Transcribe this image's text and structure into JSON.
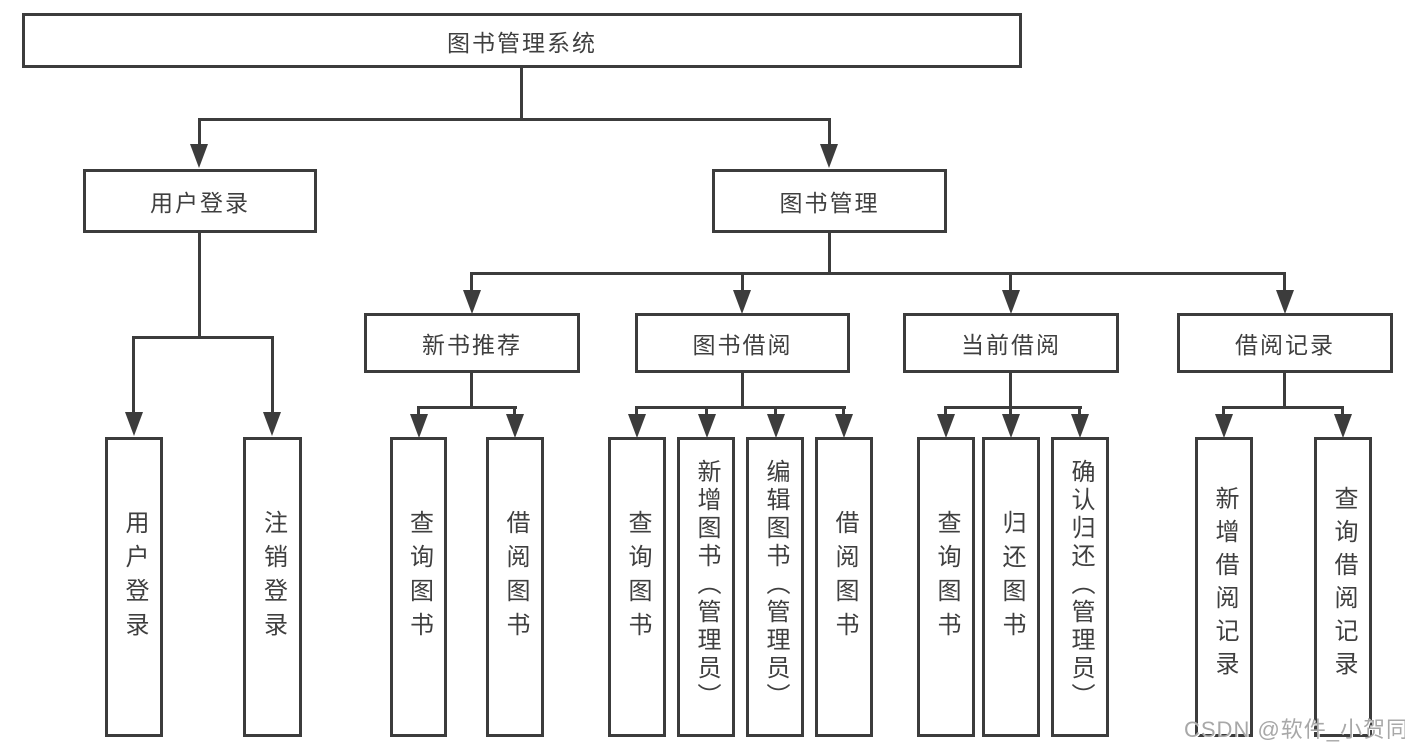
{
  "diagram_type": "hierarchy-tree",
  "tree": {
    "root": {
      "label": "图书管理系统"
    },
    "branches": [
      {
        "label": "用户登录",
        "children": [
          {
            "label": "用户登录"
          },
          {
            "label": "注销登录"
          }
        ]
      },
      {
        "label": "图书管理",
        "children": [
          {
            "label": "新书推荐",
            "children": [
              {
                "label": "查询图书"
              },
              {
                "label": "借阅图书"
              }
            ]
          },
          {
            "label": "图书借阅",
            "children": [
              {
                "label": "查询图书"
              },
              {
                "label": "新增图书（管理员）"
              },
              {
                "label": "编辑图书（管理员）"
              },
              {
                "label": "借阅图书"
              }
            ]
          },
          {
            "label": "当前借阅",
            "children": [
              {
                "label": "查询图书"
              },
              {
                "label": "归还图书"
              },
              {
                "label": "确认归还（管理员）"
              }
            ]
          },
          {
            "label": "借阅记录",
            "children": [
              {
                "label": "新增借阅记录"
              },
              {
                "label": "查询借阅记录"
              }
            ]
          }
        ]
      }
    ]
  },
  "watermark": "CSDN @软件_小贺同学",
  "colors": {
    "line": "#3c3c3c",
    "text": "#3f3f3f",
    "background": "#ffffff",
    "watermark": "#a8a8a8"
  }
}
